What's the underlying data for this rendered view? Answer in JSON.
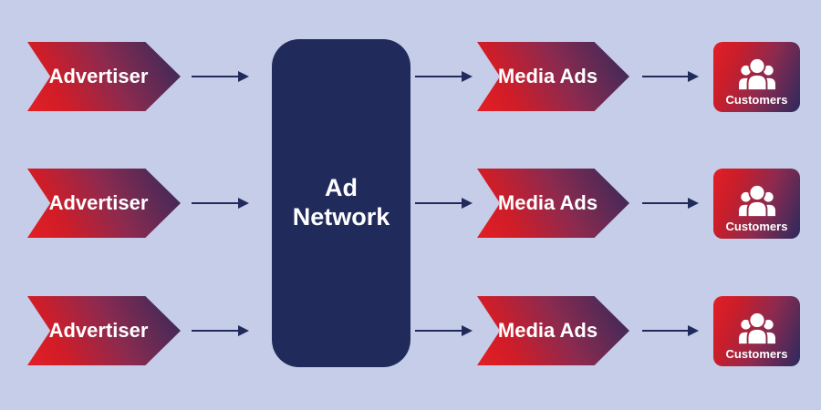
{
  "diagram": {
    "title_implied": "Ad Network flow diagram",
    "background_color": "#c6cde8",
    "colors": {
      "navy": "#202b5c",
      "red": "#e41e25",
      "gradient_mid": "#8c2a4f",
      "gradient_end": "#32295a",
      "text": "#ffffff"
    }
  },
  "center_node": {
    "line1": "Ad",
    "line2": "Network"
  },
  "rows": [
    {
      "advertiser_label": "Advertiser",
      "media_label": "Media Ads",
      "customers_label": "Customers",
      "icon": "people-group-icon"
    },
    {
      "advertiser_label": "Advertiser",
      "media_label": "Media Ads",
      "customers_label": "Customers",
      "icon": "people-group-icon"
    },
    {
      "advertiser_label": "Advertiser",
      "media_label": "Media Ads",
      "customers_label": "Customers",
      "icon": "people-group-icon"
    }
  ]
}
